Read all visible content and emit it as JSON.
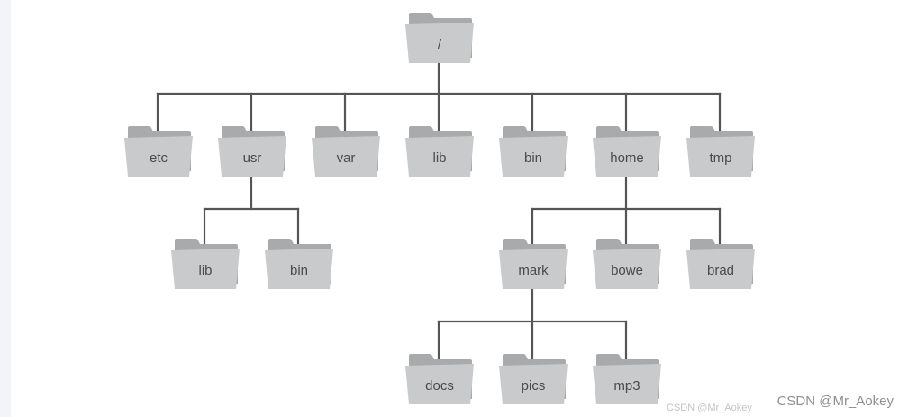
{
  "tree": {
    "root": "/",
    "children": [
      {
        "label": "etc"
      },
      {
        "label": "usr",
        "children": [
          {
            "label": "lib"
          },
          {
            "label": "bin"
          }
        ]
      },
      {
        "label": "var"
      },
      {
        "label": "lib"
      },
      {
        "label": "bin"
      },
      {
        "label": "home",
        "children": [
          {
            "label": "mark",
            "children": [
              {
                "label": "docs"
              },
              {
                "label": "pics"
              },
              {
                "label": "mp3"
              }
            ]
          },
          {
            "label": "bowe"
          },
          {
            "label": "brad"
          }
        ]
      },
      {
        "label": "tmp"
      }
    ]
  },
  "watermark": {
    "small": "CSDN @Mr_Aokey",
    "large": "CSDN @Mr_Aokey"
  },
  "colors": {
    "folder_front": "#c9cacc",
    "folder_back": "#a9aaac",
    "connector": "#555555",
    "label": "#4a4a4a"
  }
}
